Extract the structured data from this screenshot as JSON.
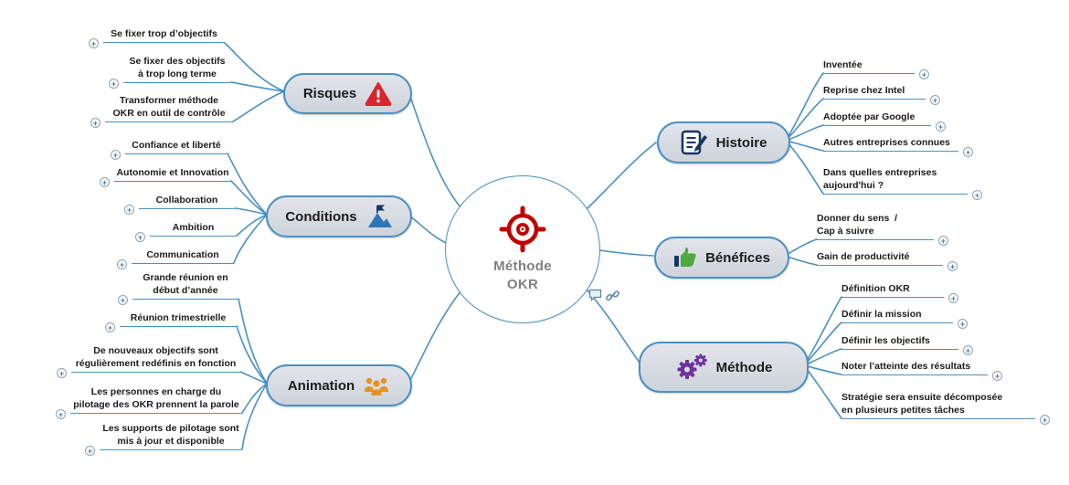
{
  "center": {
    "title": "Méthode\nOKR",
    "icon": "okr-target-icon"
  },
  "ui": {
    "expander": "+",
    "comment_icon": "comment-bubble",
    "link_icon": "hyperlink"
  },
  "colors": {
    "connector": "#4a90c2",
    "node_fill": "#d9dce3",
    "node_border": "#4a90c2",
    "warning_red": "#d9262c",
    "people_orange": "#e8921d",
    "gear_purple": "#7030a0",
    "thumb_green": "#4ba93e",
    "navy": "#17365d",
    "center_text": "#7f7f7f"
  },
  "branches": [
    {
      "label": "Risques",
      "icon": "warning-triangle-icon",
      "leaves": [
        {
          "text": "Se fixer trop d’objectifs"
        },
        {
          "text": "Se fixer des objectifs\nà trop long terme"
        },
        {
          "text": "Transformer méthode\nOKR en outil de contrôle"
        }
      ]
    },
    {
      "label": "Conditions",
      "icon": "mountain-flag-icon",
      "leaves": [
        {
          "text": "Confiance et liberté"
        },
        {
          "text": "Autonomie et Innovation"
        },
        {
          "text": "Collaboration"
        },
        {
          "text": "Ambition"
        },
        {
          "text": "Communication"
        }
      ]
    },
    {
      "label": "Animation",
      "icon": "people-group-icon",
      "leaves": [
        {
          "text": "Grande réunion en\ndébut d’année"
        },
        {
          "text": "Réunion trimestrielle"
        },
        {
          "text": "De nouveaux objectifs sont\nrégulièrement redéfinis en fonction"
        },
        {
          "text": "Les personnes en charge du\npilotage des OKR prennent la parole"
        },
        {
          "text": "Les supports de pilotage sont\nmis à jour et disponible"
        }
      ]
    },
    {
      "label": "Histoire",
      "icon": "notes-pen-icon",
      "leaves": [
        {
          "text": "Inventée"
        },
        {
          "text": "Reprise chez Intel"
        },
        {
          "text": "Adoptée par Google"
        },
        {
          "text": "Autres entreprises connues"
        },
        {
          "text": "Dans quelles entreprises\naujourd'hui ?"
        }
      ]
    },
    {
      "label": "Bénéfices",
      "icon": "thumbs-up-icon",
      "leaves": [
        {
          "text": "Donner du sens  /\nCap à suivre"
        },
        {
          "text": "Gain de productivité"
        }
      ]
    },
    {
      "label": "Méthode",
      "icon": "gears-icon",
      "leaves": [
        {
          "text": "Définition OKR"
        },
        {
          "text": "Définir la mission"
        },
        {
          "text": "Définir les objectifs"
        },
        {
          "text": "Noter l’atteinte des résultats"
        },
        {
          "text": "Stratégie sera ensuite décomposée\nen plusieurs petites tâches"
        }
      ]
    }
  ]
}
